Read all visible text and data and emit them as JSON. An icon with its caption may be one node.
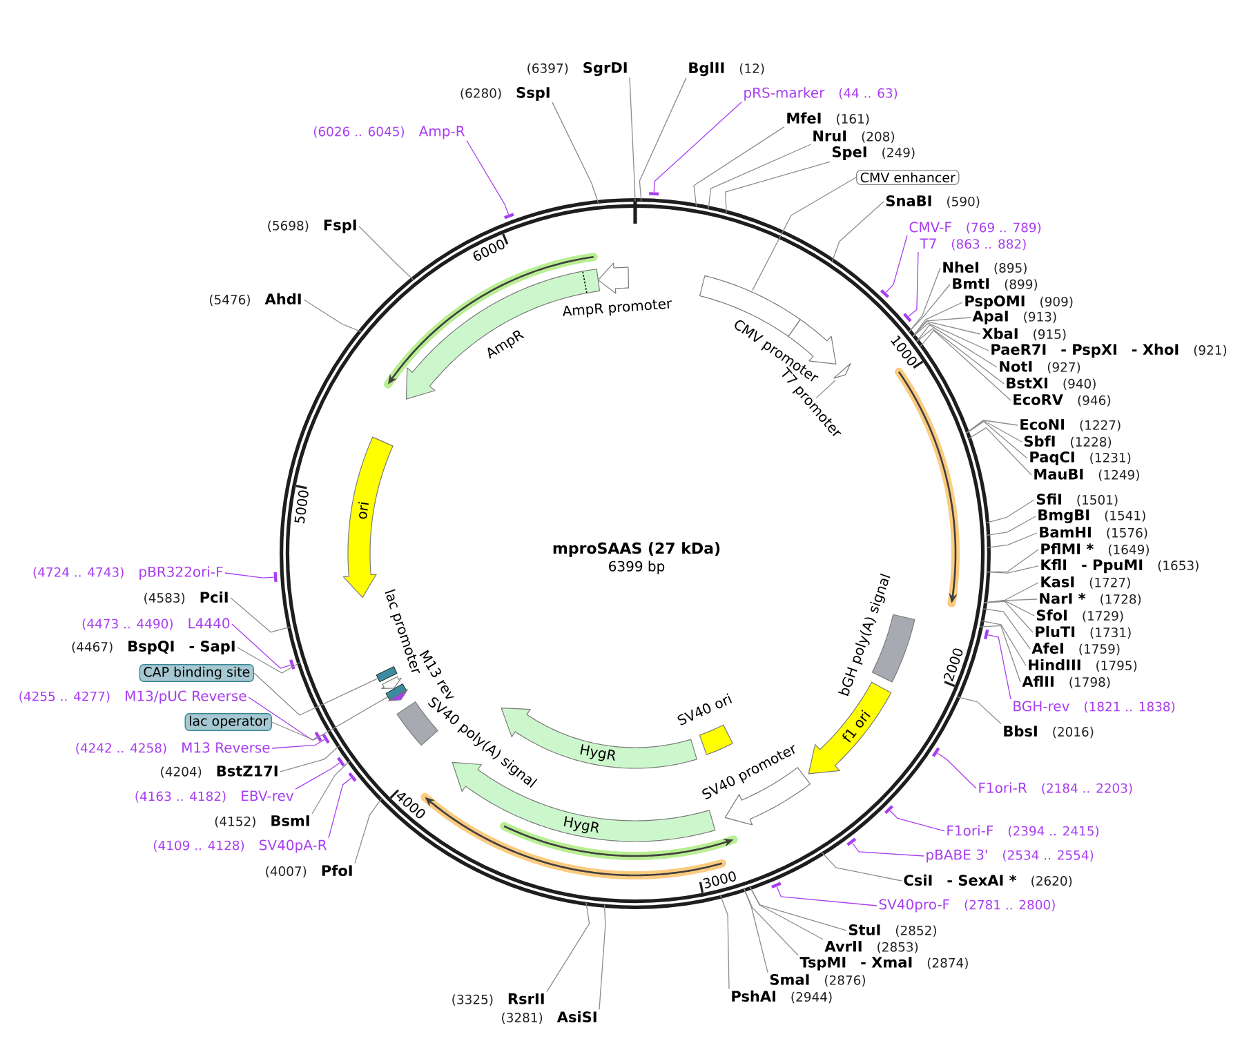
{
  "diagram": {
    "title": "mproSAAS (27 kDa)",
    "nodes": [
      {
        "text": [],
        "shape": "circle"
      },
      {
        "text": [
          "AmpR promoter"
        ],
        "in": 0
      },
      {
        "text": [
          "AmpR"
        ],
        "in": 0
      },
      {
        "text": [],
        "shape": "bar",
        "in": 0
      },
      {
        "text": [
          "CMV promoter"
        ],
        "in": 0
      },
      {
        "text": [],
        "shape": "arrow",
        "in": 0
      },
      {
        "text": [
          "T7 promoter"
        ],
        "in": 0
      },
      {
        "text": [
          "ori"
        ],
        "in": 0
      },
      {
        "text": [
          "lac promoter"
        ],
        "in": 0
      },
      {
        "text": [],
        "shape": "box",
        "in": 0
      },
      {
        "text": [],
        "shape": "box",
        "in": 0
      },
      {
        "text": [
          "M13 rev"
        ],
        "in": 0
      },
      {
        "text": [
          "SV40 poly(A) signal"
        ],
        "in": 0
      },
      {
        "text": [
          "bGH poly(A) signal"
        ],
        "in": 0
      },
      {
        "text": [
          "f1 ori"
        ],
        "in": 0
      },
      {
        "text": [
          "SV40 ori"
        ],
        "in": 0
      },
      {
        "text": [
          "HygR"
        ],
        "in": 0
      },
      {
        "text": [
          "SV40 promoter"
        ],
        "in": 0
      },
      {
        "text": [
          "HygR"
        ],
        "in": 0
      },
      {
        "text": [
          "(6397)",
          "SgrDI"
        ]
      },
      {
        "text": [
          "BglII",
          "(12)"
        ]
      },
      {
        "text": [
          "(6280)",
          "SspI"
        ]
      },
      {
        "text": [
          "pRS-marker",
          "(44 .. 63)"
        ]
      },
      {
        "text": [
          "MfeI",
          "(161)"
        ]
      },
      {
        "text": [
          "(6026 .. 6045)",
          "Amp-R"
        ]
      },
      {
        "text": [
          "NruI",
          "(208)"
        ]
      },
      {
        "text": [
          "SpeI",
          "(249)"
        ]
      },
      {
        "text": [
          "CMV enhancer"
        ]
      },
      {
        "text": [
          "SnaBI",
          "(590)"
        ]
      },
      {
        "text": [
          "(5698)",
          "FspI"
        ]
      },
      {
        "text": [
          "CMV-F",
          "(769 .. 789)"
        ]
      },
      {
        "text": [
          "T7",
          "(863 .. 882)"
        ]
      },
      {
        "text": [
          "NheI",
          "(895)"
        ]
      },
      {
        "text": [
          "BmtI",
          "(899)"
        ]
      },
      {
        "text": [
          "(5476)",
          "AhdI"
        ]
      },
      {
        "text": [
          "PspOMI",
          "(909)"
        ]
      },
      {
        "text": [
          "ApaI",
          "(913)"
        ]
      },
      {
        "text": [
          "XbaI",
          "(915)"
        ]
      },
      {
        "text": [
          "PaeR7I",
          "- PspXI",
          "- XhoI",
          "(921)"
        ]
      },
      {
        "text": [
          "NotI",
          "(927)"
        ]
      },
      {
        "text": [
          "BstXI",
          "(940)"
        ]
      },
      {
        "text": [
          "EcoRV",
          "(946)"
        ]
      },
      {
        "text": [
          "EcoNI",
          "(1227)"
        ]
      },
      {
        "text": [
          "SbfI",
          "(1228)"
        ]
      },
      {
        "text": [
          "PaqCI",
          "(1231)"
        ]
      },
      {
        "text": [
          "MauBI",
          "(1249)"
        ]
      },
      {
        "text": [
          "SfiI",
          "(1501)"
        ]
      },
      {
        "text": [
          "BmgBI",
          "(1541)"
        ]
      },
      {
        "text": [
          "BamHI",
          "(1576)"
        ]
      },
      {
        "text": [
          "PflMI *",
          "(1649)"
        ]
      },
      {
        "text": [
          "KflI",
          "- PpuMI",
          "(1653)"
        ]
      },
      {
        "text": [
          "(4724 .. 4743)",
          "pBR322ori-F"
        ]
      },
      {
        "text": [
          "KasI",
          "(1727)"
        ]
      },
      {
        "text": [
          "(4583)",
          "PciI"
        ]
      },
      {
        "text": [
          "NarI *",
          "(1728)"
        ]
      },
      {
        "text": [
          "SfoI",
          "(1729)"
        ]
      },
      {
        "text": [
          "(4473 .. 4490)",
          "L4440"
        ]
      },
      {
        "text": [
          "PluTI",
          "(1731)"
        ]
      },
      {
        "text": [
          "(4467)",
          "BspQI",
          "- SapI"
        ]
      },
      {
        "text": [
          "AfeI",
          "(1759)"
        ]
      },
      {
        "text": [
          "HindIII",
          "(1795)"
        ]
      },
      {
        "text": [
          "CAP binding site"
        ]
      },
      {
        "text": [
          "AflII",
          "(1798)"
        ]
      },
      {
        "text": [
          "(4255 .. 4277)",
          "M13/pUC Reverse"
        ]
      },
      {
        "text": [
          "BGH-rev",
          "(1821 .. 1838)"
        ]
      },
      {
        "text": [
          "lac operator"
        ]
      },
      {
        "text": [
          "BbsI",
          "(2016)"
        ]
      },
      {
        "text": [
          "(4242 .. 4258)",
          "M13 Reverse"
        ]
      },
      {
        "text": [
          "(4204)",
          "BstZ17I"
        ]
      },
      {
        "text": [
          "F1ori-R",
          "(2184 .. 2203)"
        ]
      },
      {
        "text": [
          "(4163 .. 4182)",
          "EBV-rev"
        ]
      },
      {
        "text": [
          "(4152)",
          "BsmI"
        ]
      },
      {
        "text": [
          "F1ori-F",
          "(2394 .. 2415)"
        ]
      },
      {
        "text": [
          "(4109 .. 4128)",
          "SV40pA-R"
        ]
      },
      {
        "text": [
          "pBABE 3'",
          "(2534 .. 2554)"
        ]
      },
      {
        "text": [
          "(4007)",
          "PfoI"
        ]
      },
      {
        "text": [
          "CsiI",
          "- SexAI *",
          "(2620)"
        ]
      },
      {
        "text": [
          "SV40pro-F",
          "(2781 .. 2800)"
        ]
      },
      {
        "text": [
          "StuI",
          "(2852)"
        ]
      },
      {
        "text": [
          "AvrII",
          "(2853)"
        ]
      },
      {
        "text": [
          "TspMI",
          "- XmaI",
          "(2874)"
        ]
      },
      {
        "text": [
          "SmaI",
          "(2876)"
        ]
      },
      {
        "text": [
          "PshAI",
          "(2944)"
        ]
      },
      {
        "text": [
          "(3325)",
          "RsrII"
        ]
      },
      {
        "text": [
          "(3281)",
          "AsiSI"
        ]
      },
      {
        "text": [],
        "shape": "bar"
      },
      {
        "text": [],
        "shape": "bar"
      },
      {
        "text": [],
        "shape": "bar"
      },
      {
        "text": [],
        "shape": "bar"
      },
      {
        "text": [],
        "shape": "bar"
      },
      {
        "text": [],
        "shape": "bar"
      },
      {
        "text": [],
        "shape": "bar"
      },
      {
        "text": [],
        "shape": "bar"
      },
      {
        "text": [],
        "shape": "bar"
      },
      {
        "text": [],
        "shape": "bar"
      },
      {
        "text": [],
        "shape": "bar"
      },
      {
        "text": [],
        "shape": "bar"
      },
      {
        "text": [],
        "shape": "bar"
      },
      {
        "text": [],
        "shape": "bar"
      },
      {
        "text": [],
        "shape": "bar"
      }
    ],
    "edges": [
      {
        "from": 6,
        "to": 5,
        "arrow": "none"
      },
      {
        "from": 19,
        "to": 0,
        "arrow": "none"
      },
      {
        "from": 20,
        "to": 0,
        "arrow": "none"
      },
      {
        "from": 21,
        "to": 0,
        "arrow": "none"
      },
      {
        "from": 22,
        "to": 85,
        "arrow": "none",
        "color": "#a83ef0"
      },
      {
        "from": 23,
        "to": 0,
        "arrow": "none"
      },
      {
        "from": 24,
        "to": 86,
        "arrow": "none",
        "color": "#a83ef0"
      },
      {
        "from": 25,
        "to": 0,
        "arrow": "none"
      },
      {
        "from": 26,
        "to": 0,
        "arrow": "none"
      },
      {
        "from": 27,
        "to": 3,
        "arrow": "none"
      },
      {
        "from": 28,
        "to": 0,
        "arrow": "none"
      },
      {
        "from": 29,
        "to": 0,
        "arrow": "none"
      },
      {
        "from": 30,
        "to": 87,
        "arrow": "none",
        "color": "#a83ef0"
      },
      {
        "from": 31,
        "to": 88,
        "arrow": "none",
        "color": "#a83ef0"
      },
      {
        "from": 32,
        "to": 0,
        "arrow": "none"
      },
      {
        "from": 33,
        "to": 0,
        "arrow": "none"
      },
      {
        "from": 34,
        "to": 0,
        "arrow": "none"
      },
      {
        "from": 35,
        "to": 0,
        "arrow": "none"
      },
      {
        "from": 36,
        "to": 0,
        "arrow": "none"
      },
      {
        "from": 37,
        "to": 0,
        "arrow": "none"
      },
      {
        "from": 38,
        "to": 0,
        "arrow": "none"
      },
      {
        "from": 39,
        "to": 0,
        "arrow": "none"
      },
      {
        "from": 40,
        "to": 0,
        "arrow": "none"
      },
      {
        "from": 41,
        "to": 0,
        "arrow": "none"
      },
      {
        "from": 42,
        "to": 0,
        "arrow": "none"
      },
      {
        "from": 43,
        "to": 0,
        "arrow": "none"
      },
      {
        "from": 44,
        "to": 0,
        "arrow": "none"
      },
      {
        "from": 45,
        "to": 0,
        "arrow": "none"
      },
      {
        "from": 46,
        "to": 0,
        "arrow": "none"
      },
      {
        "from": 47,
        "to": 0,
        "arrow": "none"
      },
      {
        "from": 48,
        "to": 0,
        "arrow": "none"
      },
      {
        "from": 49,
        "to": 0,
        "arrow": "none"
      },
      {
        "from": 50,
        "to": 0,
        "arrow": "none"
      },
      {
        "from": 51,
        "to": 89,
        "arrow": "none",
        "color": "#a83ef0"
      },
      {
        "from": 52,
        "to": 0,
        "arrow": "none"
      },
      {
        "from": 53,
        "to": 0,
        "arrow": "none"
      },
      {
        "from": 54,
        "to": 0,
        "arrow": "none"
      },
      {
        "from": 55,
        "to": 0,
        "arrow": "none"
      },
      {
        "from": 56,
        "to": 91,
        "arrow": "none",
        "color": "#a83ef0"
      },
      {
        "from": 57,
        "to": 0,
        "arrow": "none"
      },
      {
        "from": 58,
        "to": 0,
        "arrow": "none"
      },
      {
        "from": 59,
        "to": 0,
        "arrow": "none"
      },
      {
        "from": 60,
        "to": 0,
        "arrow": "none"
      },
      {
        "from": 61,
        "to": 9,
        "arrow": "none"
      },
      {
        "from": 62,
        "to": 0,
        "arrow": "none"
      },
      {
        "from": 63,
        "to": 92,
        "arrow": "none",
        "color": "#a83ef0"
      },
      {
        "from": 64,
        "to": 90,
        "arrow": "none",
        "color": "#a83ef0"
      },
      {
        "from": 65,
        "to": 10,
        "arrow": "none"
      },
      {
        "from": 66,
        "to": 0,
        "arrow": "none"
      },
      {
        "from": 67,
        "to": 93,
        "arrow": "none",
        "color": "#a83ef0"
      },
      {
        "from": 68,
        "to": 0,
        "arrow": "none"
      },
      {
        "from": 69,
        "to": 94,
        "arrow": "none",
        "color": "#a83ef0"
      },
      {
        "from": 70,
        "to": 95,
        "arrow": "none",
        "color": "#a83ef0"
      },
      {
        "from": 71,
        "to": 0,
        "arrow": "none"
      },
      {
        "from": 72,
        "to": 97,
        "arrow": "none",
        "color": "#a83ef0"
      },
      {
        "from": 73,
        "to": 96,
        "arrow": "none",
        "color": "#a83ef0"
      },
      {
        "from": 74,
        "to": 98,
        "arrow": "none",
        "color": "#a83ef0"
      },
      {
        "from": 75,
        "to": 0,
        "arrow": "none"
      },
      {
        "from": 76,
        "to": 0,
        "arrow": "none"
      },
      {
        "from": 77,
        "to": 99,
        "arrow": "none",
        "color": "#a83ef0"
      },
      {
        "from": 78,
        "to": 0,
        "arrow": "none"
      },
      {
        "from": 79,
        "to": 0,
        "arrow": "none"
      },
      {
        "from": 80,
        "to": 0,
        "arrow": "none"
      },
      {
        "from": 81,
        "to": 0,
        "arrow": "none"
      },
      {
        "from": 82,
        "to": 0,
        "arrow": "none"
      },
      {
        "from": 83,
        "to": 0,
        "arrow": "none"
      },
      {
        "from": 84,
        "to": 0,
        "arrow": "none"
      }
    ],
    "labels": [
      "6000",
      "1000",
      "5000",
      "6399 bp",
      "2000",
      "4000",
      "3000"
    ]
  }
}
